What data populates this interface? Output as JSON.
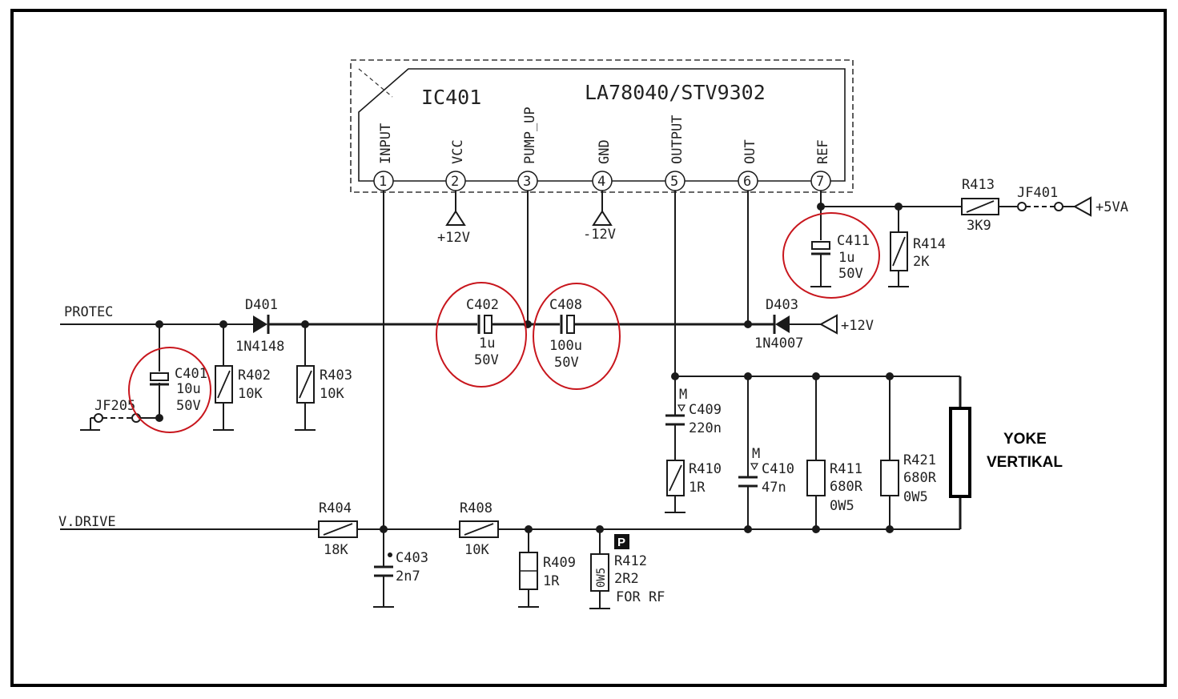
{
  "ic": {
    "ref": "IC401",
    "part": "LA78040/STV9302",
    "pins": [
      {
        "num": "1",
        "name": "INPUT"
      },
      {
        "num": "2",
        "name": "VCC"
      },
      {
        "num": "3",
        "name": "PUMP_UP"
      },
      {
        "num": "4",
        "name": "GND"
      },
      {
        "num": "5",
        "name": "OUTPUT"
      },
      {
        "num": "6",
        "name": "OUT"
      },
      {
        "num": "7",
        "name": "REF"
      }
    ]
  },
  "supplies": {
    "vcc": "+12V",
    "gnd": "-12V",
    "ref": "+5VA",
    "d403": "+12V"
  },
  "nets": {
    "protec": "PROTEC",
    "vdrive": "V.DRIVE"
  },
  "components": {
    "c401": {
      "ref": "C401",
      "value": "10u",
      "rating": "50V"
    },
    "c402": {
      "ref": "C402",
      "value": "1u",
      "rating": "50V"
    },
    "c403": {
      "ref": "C403",
      "value": "2n7"
    },
    "c408": {
      "ref": "C408",
      "value": "100u",
      "rating": "50V"
    },
    "c409": {
      "ref": "C409",
      "value": "220n",
      "mark": "M"
    },
    "c410": {
      "ref": "C410",
      "value": "47n",
      "mark": "M"
    },
    "c411": {
      "ref": "C411",
      "value": "1u",
      "rating": "50V"
    },
    "d401": {
      "ref": "D401",
      "value": "1N4148"
    },
    "d403": {
      "ref": "D403",
      "value": "1N4007"
    },
    "r402": {
      "ref": "R402",
      "value": "10K"
    },
    "r403": {
      "ref": "R403",
      "value": "10K"
    },
    "r404": {
      "ref": "R404",
      "value": "18K"
    },
    "r408": {
      "ref": "R408",
      "value": "10K"
    },
    "r409": {
      "ref": "R409",
      "value": "1R"
    },
    "r410": {
      "ref": "R410",
      "value": "1R"
    },
    "r411": {
      "ref": "R411",
      "value": "680R",
      "power": "0W5"
    },
    "r412": {
      "ref": "R412",
      "value": "2R2",
      "power": "0W5",
      "note": "FOR RF",
      "badge": "P"
    },
    "r413": {
      "ref": "R413",
      "value": "3K9"
    },
    "r414": {
      "ref": "R414",
      "value": "2K"
    },
    "r421": {
      "ref": "R421",
      "value": "680R",
      "power": "0W5"
    },
    "jf205": {
      "ref": "JF205"
    },
    "jf401": {
      "ref": "JF401"
    }
  },
  "yoke": {
    "line1": "YOKE",
    "line2": "VERTIKAL"
  },
  "colors": {
    "wire": "#1a1a1a",
    "highlight": "#c8161d",
    "frame": "#000000"
  }
}
